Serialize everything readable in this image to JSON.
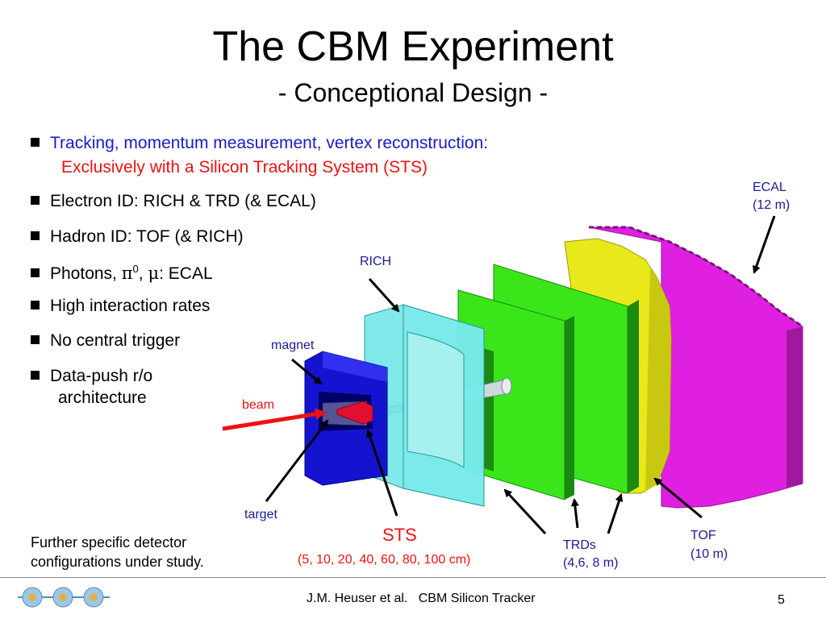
{
  "slide": {
    "title": "The CBM Experiment",
    "subtitle": "- Conceptional Design -"
  },
  "bullets": {
    "b1_line1": "Tracking, momentum measurement, vertex reconstruction:",
    "b1_line2": "Exclusively with a Silicon Tracking System (STS)",
    "b2": "Electron ID: RICH & TRD (& ECAL)",
    "b3": "Hadron ID: TOF (& RICH)",
    "b4_pre": "Photons, ",
    "b4_pi": "π",
    "b4_sup": "0",
    "b4_mid": ", ",
    "b4_mu": "μ",
    "b4_post": ": ECAL",
    "b5": "High interaction rates",
    "b6": "No central trigger",
    "b7_line1": "Data-push r/o",
    "b7_line2": "architecture"
  },
  "labels": {
    "rich": "RICH",
    "ecal_1": "ECAL",
    "ecal_2": "(12 m)",
    "magnet": "magnet",
    "beam": "beam",
    "target": "target",
    "sts": "STS",
    "sts_positions": "(5, 10, 20, 40, 60, 80, 100 cm)",
    "trds_1": "TRDs",
    "trds_2": "(4,6, 8 m)",
    "tof_1": "TOF",
    "tof_2": "(10 m)"
  },
  "note": {
    "line1": "Further specific detector",
    "line2": "configurations under study."
  },
  "footer": {
    "text": "J.M. Heuser et al.   CBM Silicon Tracker",
    "page": "5"
  },
  "colors": {
    "bullet_blue": "#1a1acc",
    "highlight_red": "#e11111",
    "ecal": "#e020e0",
    "tof": "#e0e010",
    "trd": "#33e01a",
    "rich": "#66e6e6",
    "magnet": "#1010cc"
  }
}
